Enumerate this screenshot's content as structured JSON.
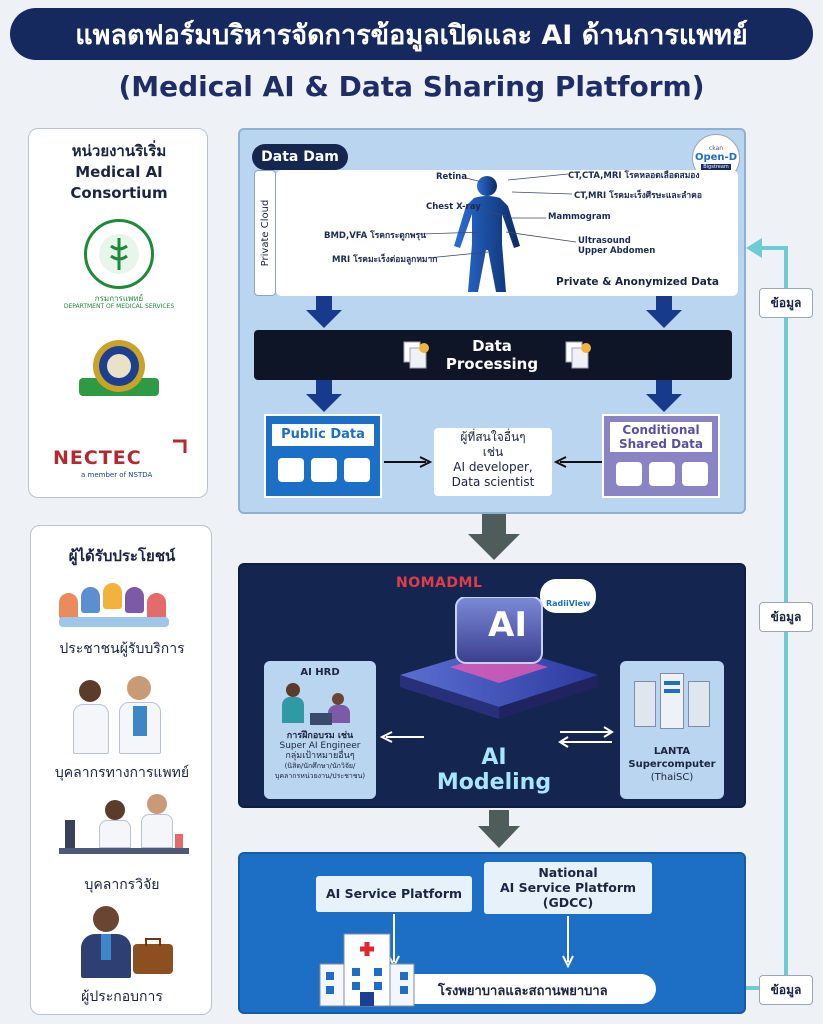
{
  "header": {
    "title": "แพลตฟอร์มบริหารจัดการข้อมูลเปิดและ AI ด้านการแพทย์",
    "subtitle": "(Medical AI & Data Sharing Platform)"
  },
  "initiators": {
    "heading_line1": "หน่วยงานริเริ่ม",
    "heading_line2": "Medical AI",
    "heading_line3": "Consortium",
    "dms_name_th": "กรมการแพทย์",
    "dms_name_en": "DEPARTMENT OF MEDICAL SERVICES",
    "nectec_logo": "NECTEC",
    "nectec_tagline": "a member of NSTDA"
  },
  "beneficiaries": {
    "heading": "ผู้ได้รับประโยชน์",
    "items": [
      "ประชาชนผู้รับบริการ",
      "บุคลากรทางการแพทย์",
      "บุคลากรวิจัย",
      "ผู้ประกอบการ"
    ]
  },
  "data_dam": {
    "title": "Data Dam",
    "private_cloud": "Private Cloud",
    "ckan_small": "ckan",
    "ckan_logo": "Open-D",
    "bigstream": "Bigstream",
    "body_labels": {
      "retina": "Retina",
      "ct_cta_mri": "CT,CTA,MRI โรคหลอดเลือดสมอง",
      "ct_mri_head": "CT,MRI โรคมะเร็งศีรษะและลำคอ",
      "chest_xray": "Chest X-ray",
      "mammogram": "Mammogram",
      "bmd_vfa": "BMD,VFA โรคกระดูกพรุน",
      "ultrasound": "Ultrasound Upper Abdomen",
      "mri_cervix": "MRI โรคมะเร็งต่อมลูกหมาก"
    },
    "private_anon": "Private & Anonymized Data"
  },
  "processing": {
    "line1": "Data",
    "line2": "Processing"
  },
  "public_data": "Public Data",
  "conditional_data": {
    "line1": "Conditional",
    "line2": "Shared Data"
  },
  "consumers": {
    "line1": "ผู้ที่สนใจอื่นๆ",
    "line2": "เช่น",
    "line3": "AI developer,",
    "line4": "Data scientist"
  },
  "modeling": {
    "nomad_logo": "NOMADML",
    "radii_logo": "RadiiView",
    "chip_label": "AI",
    "title_line1": "AI",
    "title_line2": "Modeling",
    "hrd_title": "AI HRD",
    "hrd_line1": "การฝึกอบรม เช่น",
    "hrd_line2": "Super AI Engineer",
    "hrd_line3": "กลุ่มเป้าหมายอื่นๆ",
    "hrd_line4": "(นิสิต/นักศึกษา/นักวิจัย/",
    "hrd_line5": "บุคลากรหน่วยงาน/ประชาชน)",
    "lanta_line1": "LANTA",
    "lanta_line2": "Supercomputer",
    "lanta_line3": "(ThaiSC)"
  },
  "service": {
    "ai_service": "AI Service Platform",
    "national_line1": "National",
    "national_line2": "AI Service Platform",
    "national_line3": "(GDCC)",
    "hospital": "โรงพยาบาลและสถานพยาบาล"
  },
  "feedback": {
    "label1": "ข้อมูล",
    "label2": "ข้อมูล",
    "label3": "ข้อมูล"
  },
  "colors": {
    "navy": "#15295f",
    "panel_blue": "#b9d5ef",
    "dark_navy": "#14264f",
    "service_blue": "#1d6fc5",
    "teal_line": "#6ccbd3",
    "public_blue": "#1c6fc6",
    "conditional_purple": "#8a83c4"
  }
}
